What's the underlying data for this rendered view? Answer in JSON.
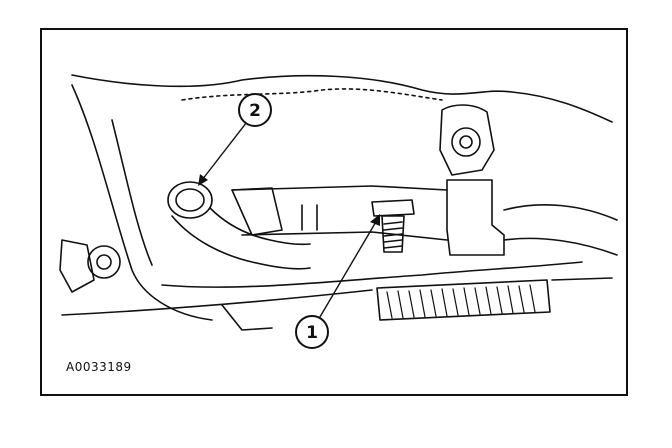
{
  "figure": {
    "callouts": [
      {
        "number": "1",
        "target": "bolt"
      },
      {
        "number": "2",
        "target": "hose-clamp"
      }
    ],
    "figure_id": "A0033189",
    "line_color": "#111111"
  }
}
